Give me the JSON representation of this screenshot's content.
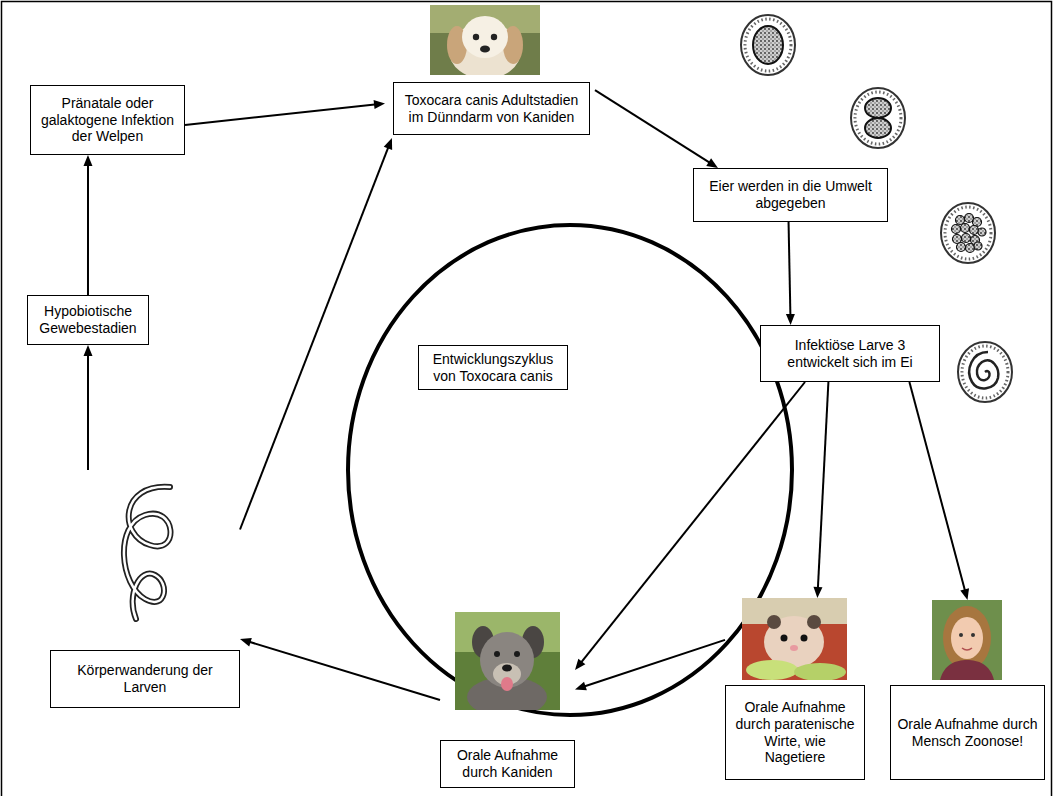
{
  "diagram": {
    "nodes": [
      {
        "text": [
          "Pränatale oder galaktogene Infektion der Welpen"
        ]
      },
      {
        "text": [
          "Toxocara canis Adultstadien im Dünndarm von Kaniden"
        ]
      },
      {
        "text": [
          "Eier werden in die Umwelt abgegeben"
        ]
      },
      {
        "text": [
          "Hypobiotische Gewebestadien"
        ]
      },
      {
        "text": [
          "Entwicklungszyklus von Toxocara canis"
        ]
      },
      {
        "text": [
          "Infektiöse Larve 3 entwickelt sich im Ei"
        ]
      },
      {
        "text": [
          "Körperwanderung der Larven"
        ]
      },
      {
        "text": [
          "Orale Aufnahme durch Kaniden"
        ]
      },
      {
        "text": [
          "Orale Aufnahme durch paratenische Wirte, wie Nagetiere"
        ]
      },
      {
        "text": [
          "Orale Aufnahme durch Mensch Zoonose!"
        ]
      }
    ],
    "edges": [
      {
        "from": 0,
        "to": 1,
        "arrow": "to"
      },
      {
        "from": 1,
        "to": 2,
        "arrow": "to"
      },
      {
        "from": 2,
        "to": 5,
        "arrow": "to"
      },
      {
        "from": 5,
        "to": 7,
        "arrow": "to"
      },
      {
        "from": 5,
        "to": 8,
        "arrow": "to"
      },
      {
        "from": 5,
        "to": 9,
        "arrow": "to"
      },
      {
        "from": 8,
        "to": 7,
        "arrow": "to"
      },
      {
        "from": 7,
        "to": 6,
        "arrow": "to"
      },
      {
        "from": 6,
        "to": 1,
        "arrow": "to"
      },
      {
        "from": 6,
        "to": 3,
        "arrow": "to"
      },
      {
        "from": 3,
        "to": 0,
        "arrow": "to"
      }
    ]
  }
}
